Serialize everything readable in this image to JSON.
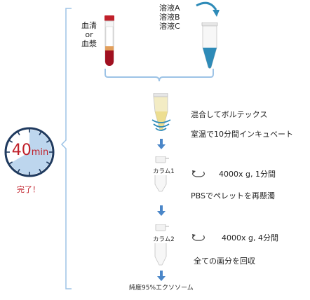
{
  "timer": {
    "minutes": "40",
    "unit": "min",
    "done_label": "完了！",
    "accent_color": "#c0202a",
    "fill_color": "#bdd6ee",
    "filled_fraction": 0.667
  },
  "sample": {
    "line1": "血清",
    "line2": "or",
    "line3": "血漿"
  },
  "solutions": {
    "a": "溶液A",
    "b": "溶液B",
    "c": "溶液C"
  },
  "steps": {
    "mix": "混合してボルテックス",
    "incubate": "室温で10分間インキュベート",
    "column1_label": "カラム1",
    "spin1": "4000x g, 1分間",
    "resuspend": "PBSでペレットを再懸濁",
    "column2_label": "カラム2",
    "spin2": "4000x g, 4分間",
    "collect": "全ての画分を回収",
    "result": "純度95%エクソソーム"
  },
  "colors": {
    "bracket": "#9dc3e6",
    "arrow": "#4a86c8",
    "blood": "#a01020",
    "solution_tube": "#2e8bb8"
  }
}
